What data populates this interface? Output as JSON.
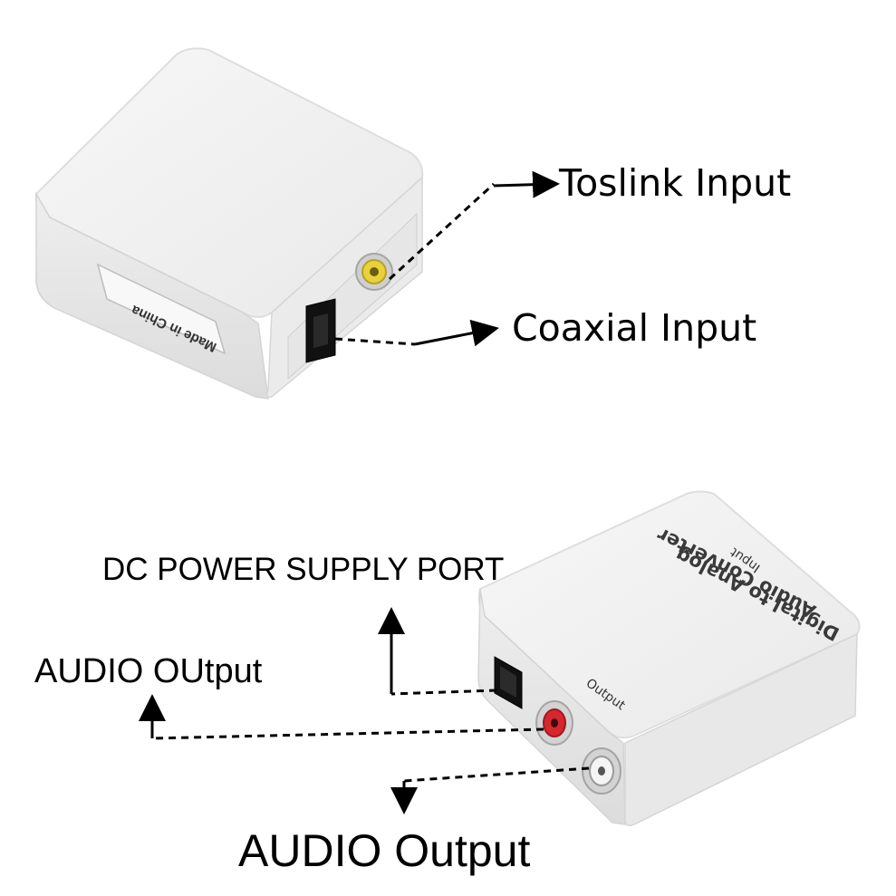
{
  "annotations": {
    "toslink": "Toslink Input",
    "coaxial": "Coaxial Input",
    "dc_power": "DC POWER SUPPLY PORT",
    "audio_output_left": "AUDIO OUtput",
    "audio_output_right": "AUDIO Output"
  },
  "device_top": {
    "sticker": "Made in China"
  },
  "device_bottom": {
    "printed_title_line1": "Digital to Analog",
    "printed_title_line2": "Audio Converter",
    "printed_input": "Input",
    "printed_output": "Output"
  },
  "colors": {
    "device_body": "#f1f1f1",
    "device_edge": "#d6d6d6",
    "rca_yellow": "#e8d23a",
    "rca_red": "#d8262f",
    "rca_white": "#f4f4f4",
    "port_black": "#111111"
  }
}
